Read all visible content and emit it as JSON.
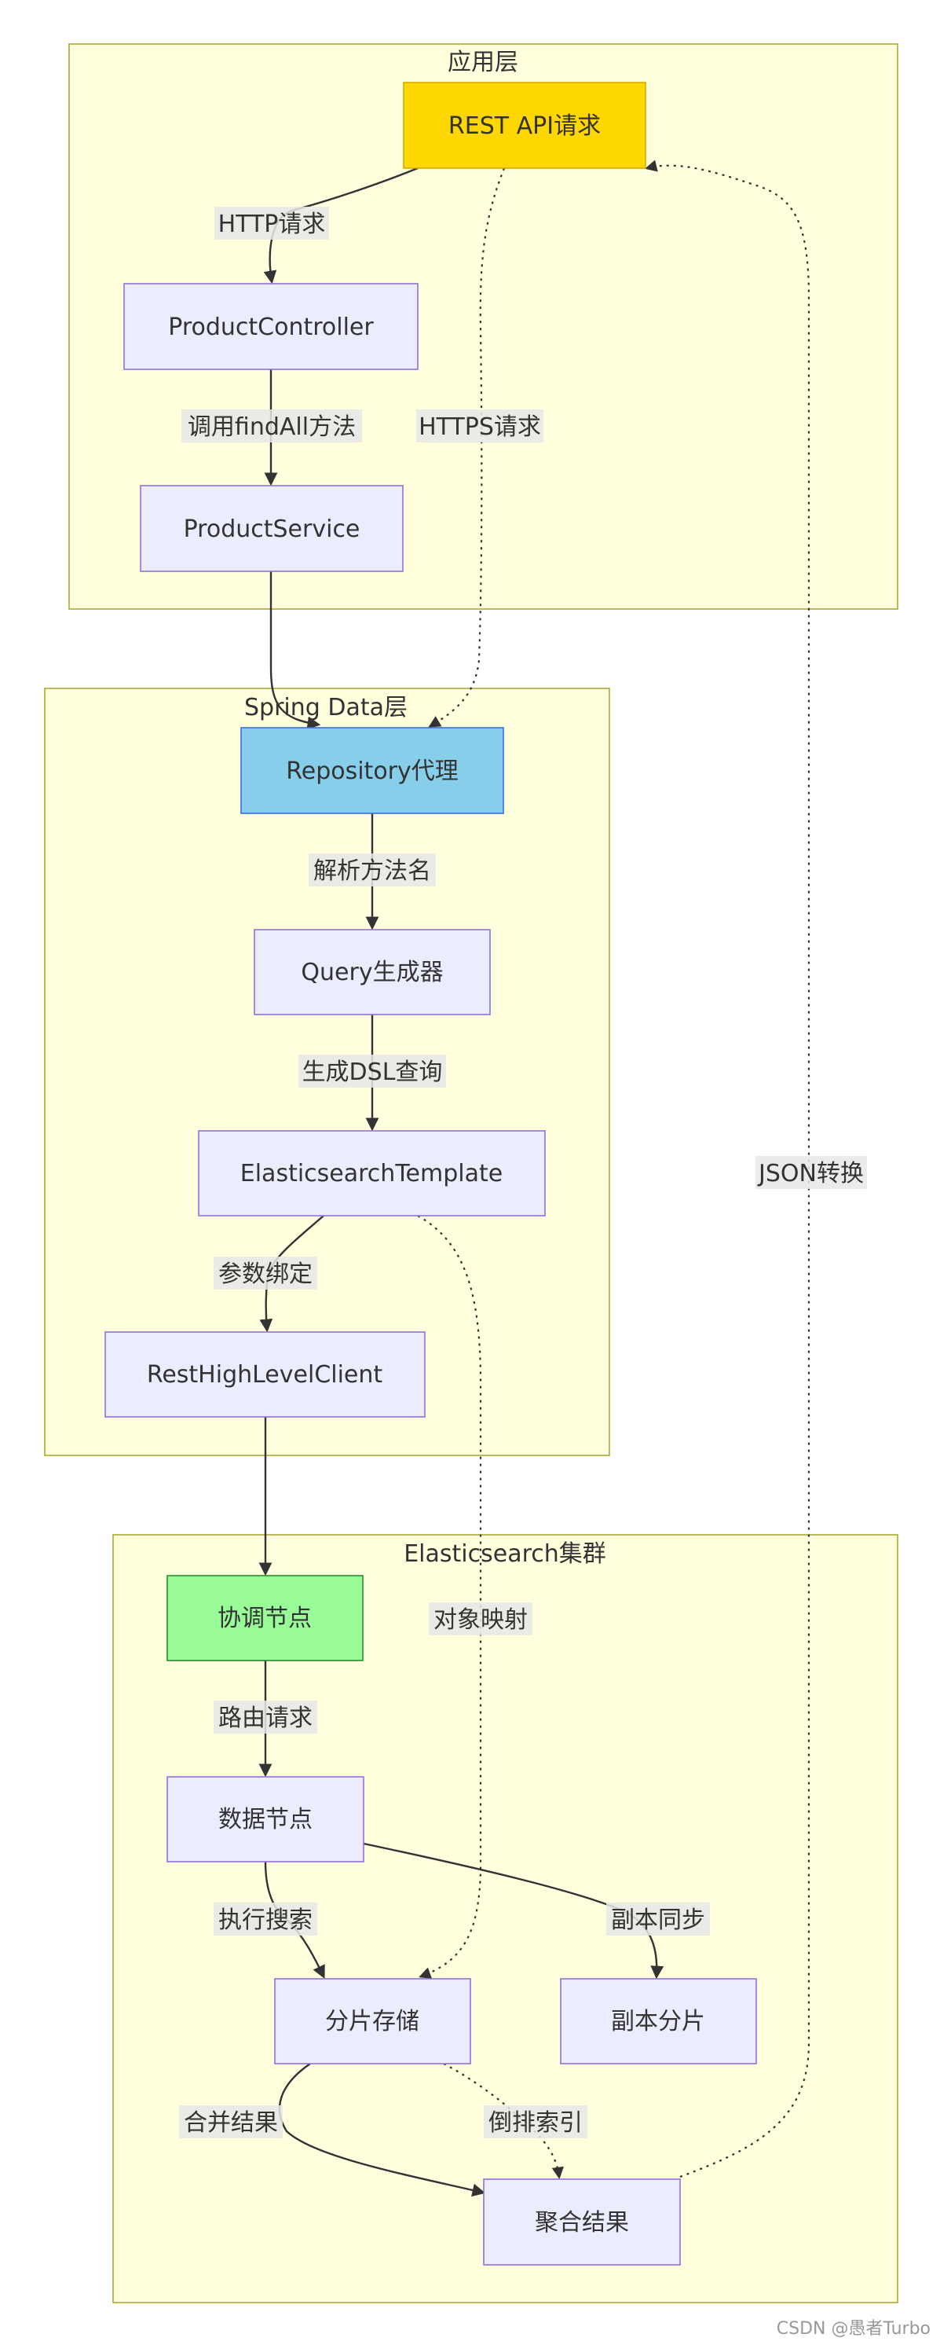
{
  "clusters": {
    "app": {
      "label": "应用层"
    },
    "spring": {
      "label": "Spring Data层"
    },
    "es": {
      "label": "Elasticsearch集群"
    }
  },
  "nodes": {
    "rest_api": {
      "label": "REST API请求",
      "fill": "#ffd700",
      "stroke": "#d4a900"
    },
    "product_controller": {
      "label": "ProductController",
      "fill": "#ececff",
      "stroke": "#9370db"
    },
    "product_service": {
      "label": "ProductService",
      "fill": "#ececff",
      "stroke": "#9370db"
    },
    "repository_proxy": {
      "label": "Repository代理",
      "fill": "#87ceeb",
      "stroke": "#3a6fd8"
    },
    "query_generator": {
      "label": "Query生成器",
      "fill": "#ececff",
      "stroke": "#9370db"
    },
    "es_template": {
      "label": "ElasticsearchTemplate",
      "fill": "#ececff",
      "stroke": "#9370db"
    },
    "rest_client": {
      "label": "RestHighLevelClient",
      "fill": "#ececff",
      "stroke": "#9370db"
    },
    "coordinator": {
      "label": "协调节点",
      "fill": "#98fb98",
      "stroke": "#2e8b2e"
    },
    "data_node": {
      "label": "数据节点",
      "fill": "#ececff",
      "stroke": "#9370db"
    },
    "shard_storage": {
      "label": "分片存储",
      "fill": "#ececff",
      "stroke": "#9370db"
    },
    "replica_shard": {
      "label": "副本分片",
      "fill": "#ececff",
      "stroke": "#9370db"
    },
    "aggregate_result": {
      "label": "聚合结果",
      "fill": "#ececff",
      "stroke": "#9370db"
    }
  },
  "edges": {
    "http_request": "HTTP请求",
    "call_findall": "调用findAll方法",
    "https_request": "HTTPS请求",
    "parse_method_name": "解析方法名",
    "generate_dsl": "生成DSL查询",
    "param_binding": "参数绑定",
    "object_mapping": "对象映射",
    "route_request": "路由请求",
    "execute_search": "执行搜索",
    "replica_sync": "副本同步",
    "merge_results": "合并结果",
    "inverted_index": "倒排索引",
    "json_conversion": "JSON转换"
  },
  "watermark": "CSDN @愚者Turbo"
}
